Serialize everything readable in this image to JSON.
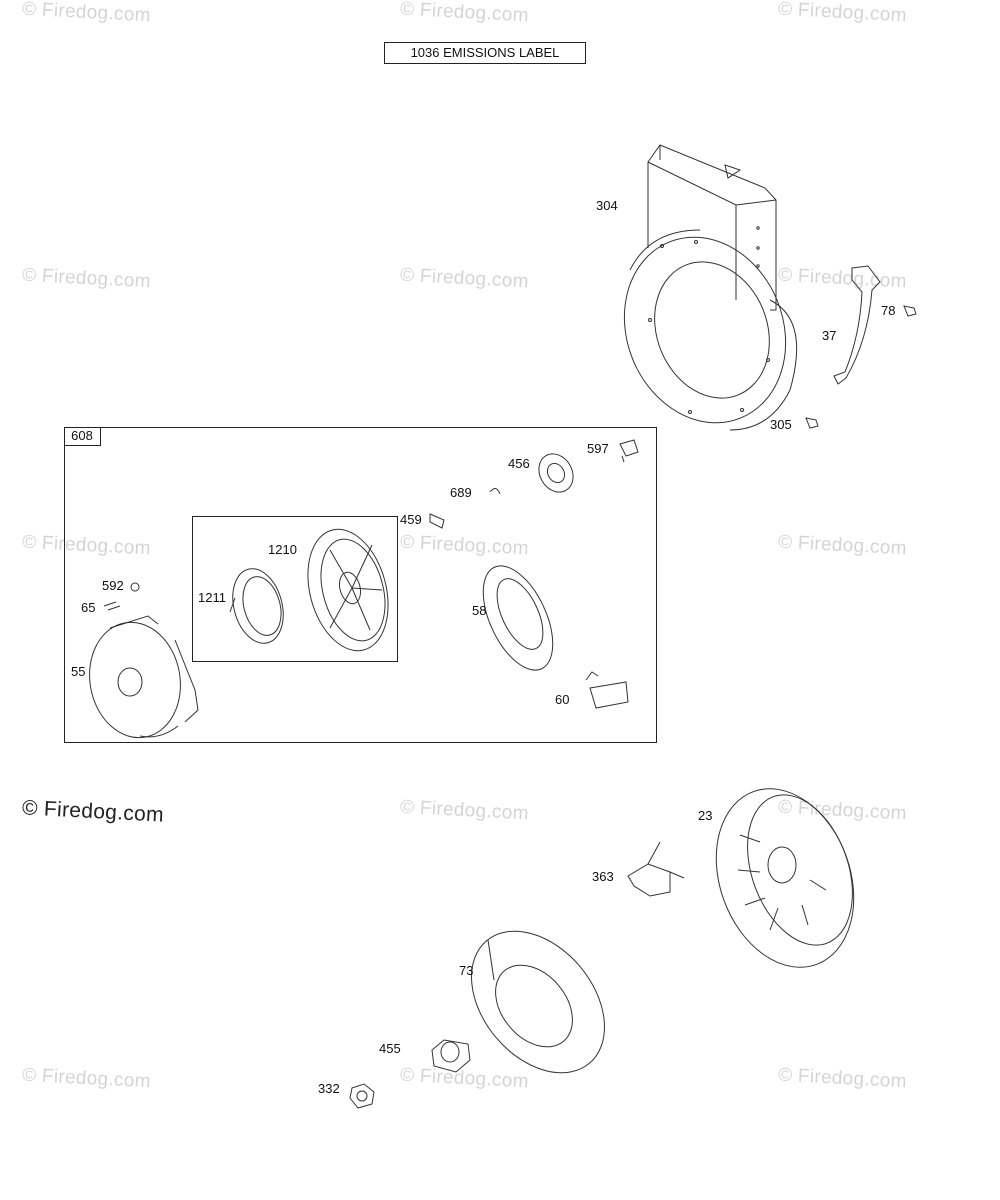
{
  "header": {
    "title": "1036 EMISSIONS LABEL"
  },
  "watermark": {
    "text": "© Firedog.com"
  },
  "kit": {
    "label": "608"
  },
  "parts": {
    "p304": "304",
    "p37": "37",
    "p78": "78",
    "p305": "305",
    "p597": "597",
    "p456": "456",
    "p689": "689",
    "p459": "459",
    "p1210": "1210",
    "p1211": "1211",
    "p592": "592",
    "p65": "65",
    "p55": "55",
    "p58": "58",
    "p60": "60",
    "p23": "23",
    "p363": "363",
    "p73": "73",
    "p455": "455",
    "p332": "332"
  }
}
